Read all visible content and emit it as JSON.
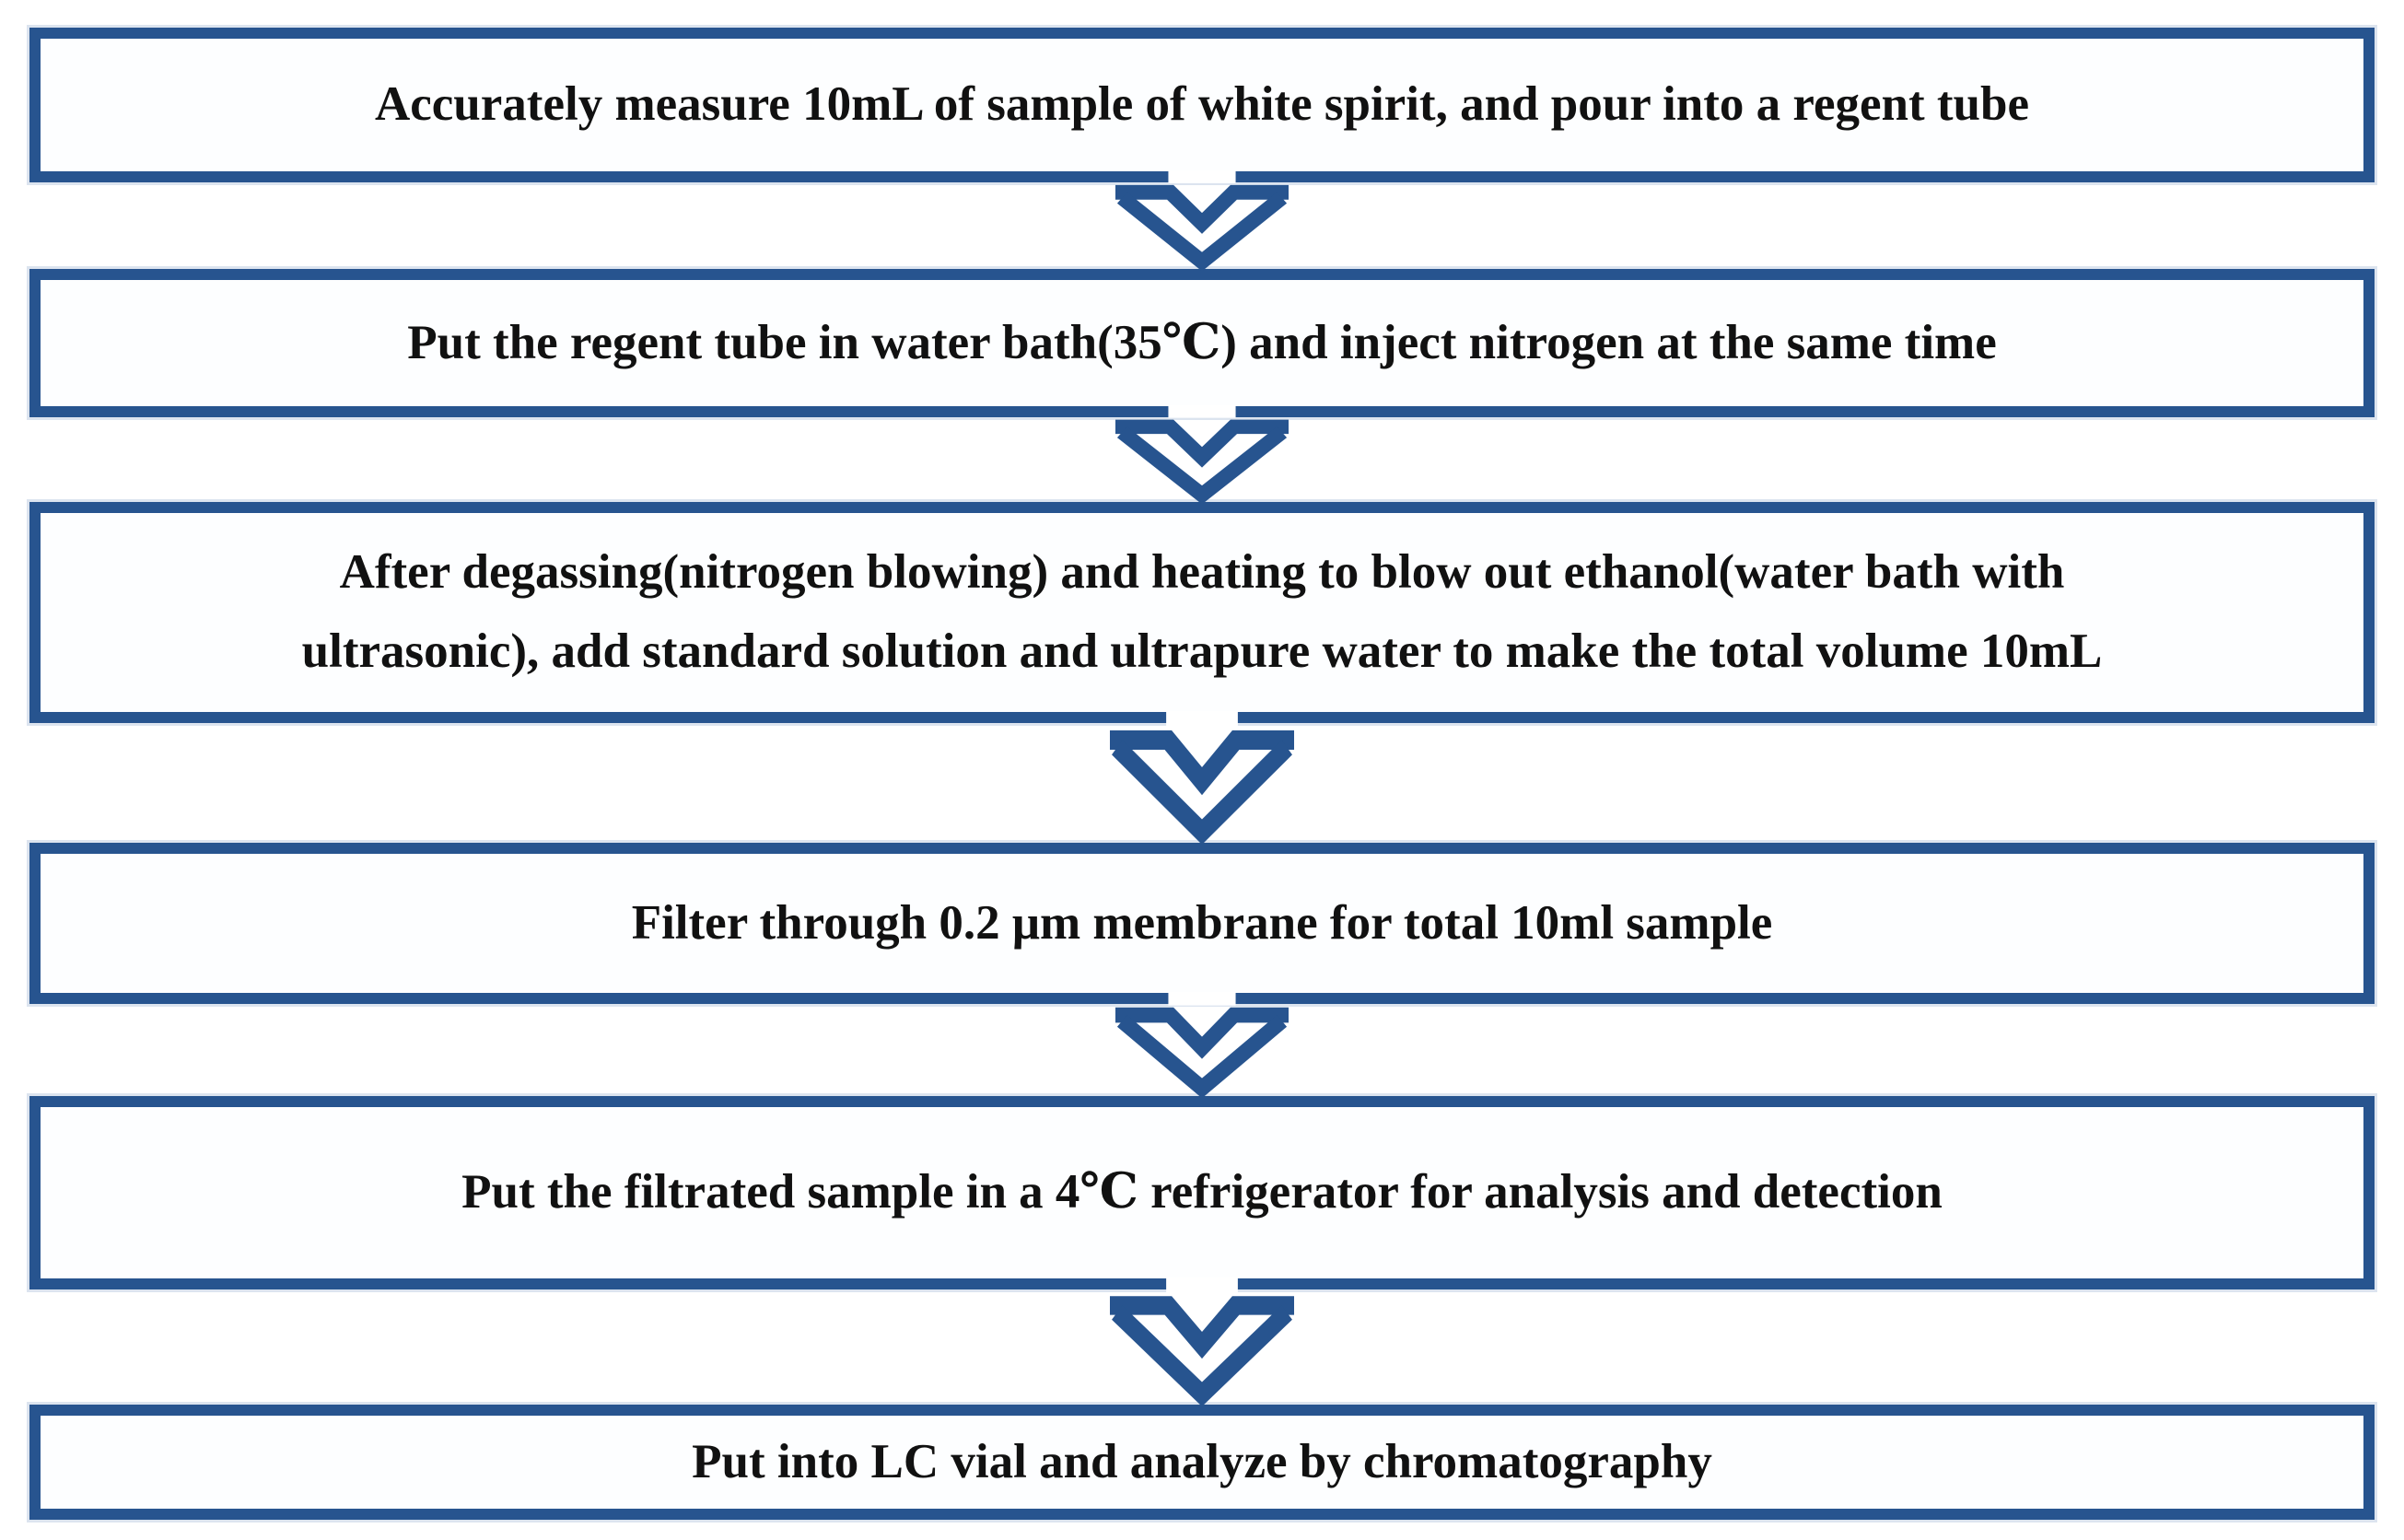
{
  "figure": {
    "type": "flowchart",
    "direction": "top-down",
    "colors": {
      "outline": "#27548F",
      "box_fill": "#fdfeff",
      "text": "#111111",
      "background": "#ffffff"
    },
    "connector_icon": "down-arrow",
    "steps": [
      {
        "id": 1,
        "text": "Accurately measure 10mL of sample of white spirit, and pour into a regent tube"
      },
      {
        "id": 2,
        "text": "Put the regent tube in water bath(35℃) and inject nitrogen at the same time"
      },
      {
        "id": 3,
        "text": "After degassing(nitrogen blowing) and heating to blow out ethanol(water bath with\nultrasonic), add standard solution and ultrapure water to make the total volume 10mL"
      },
      {
        "id": 4,
        "text": "Filter through 0.2 μm membrane for total 10ml sample"
      },
      {
        "id": 5,
        "text": "Put the filtrated sample in a 4℃ refrigerator for analysis and detection"
      },
      {
        "id": 6,
        "text": "Put into LC vial and analyze by chromatography"
      }
    ]
  }
}
